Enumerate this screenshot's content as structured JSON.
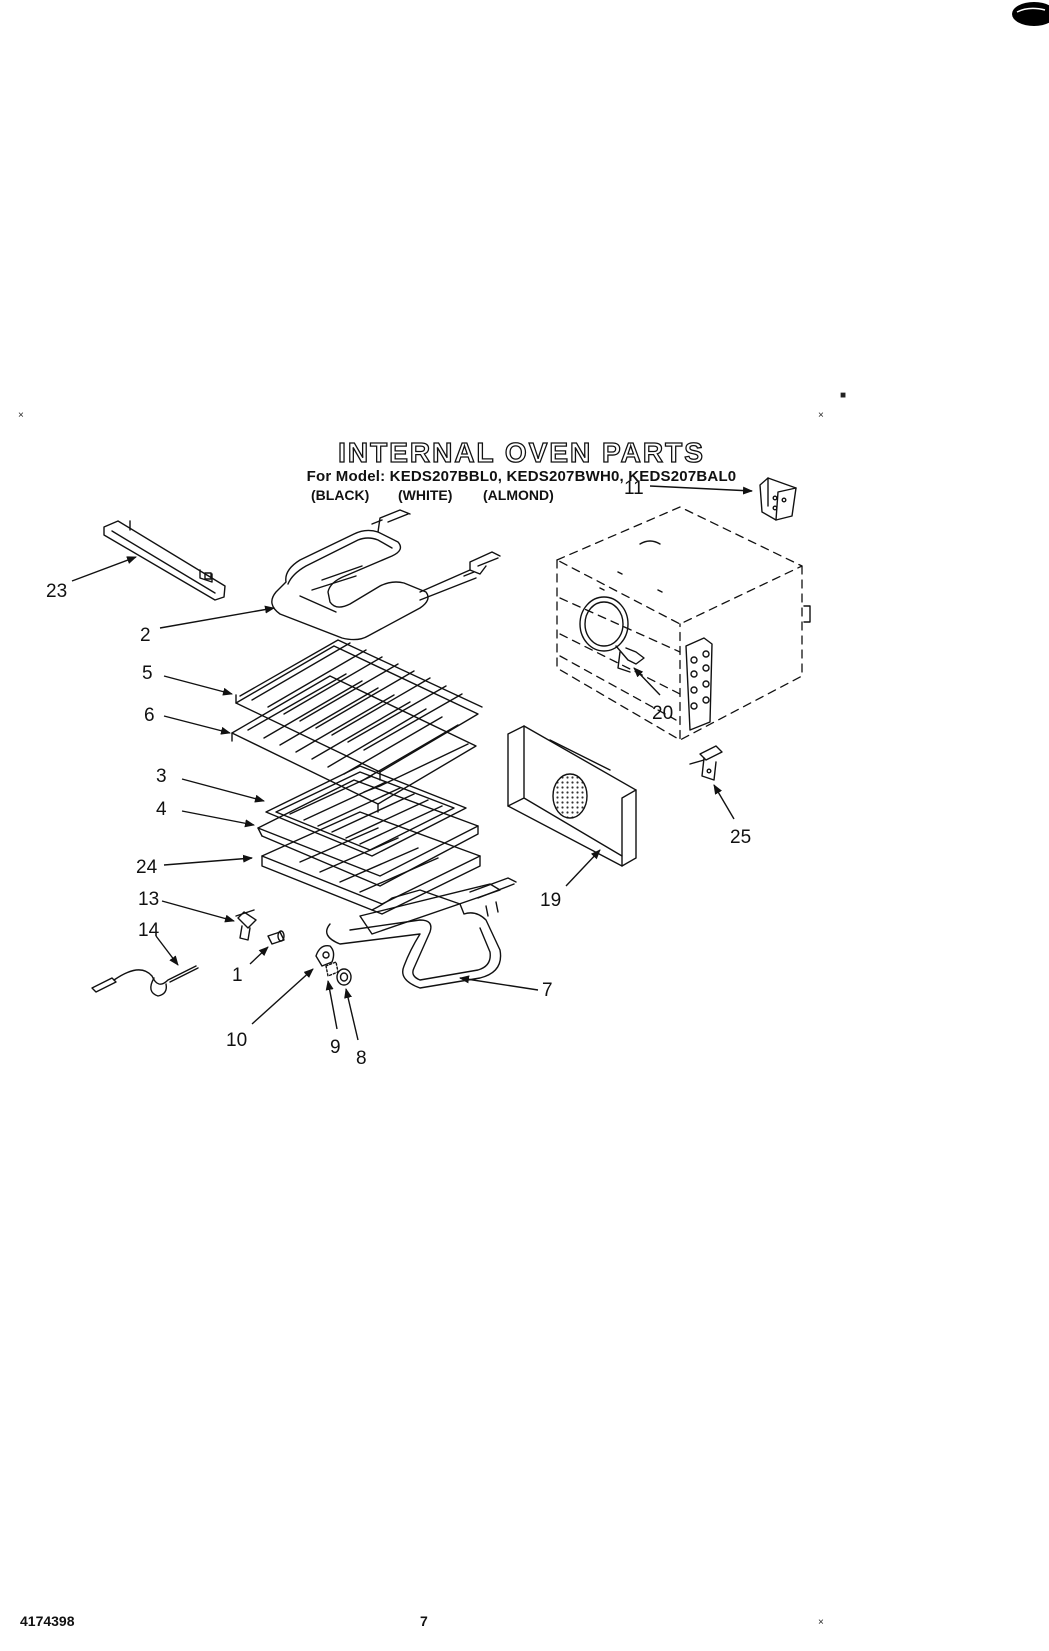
{
  "header": {
    "title": "INTERNAL OVEN PARTS",
    "subtitle": "For Model: KEDS207BBL0, KEDS207BWH0, KEDS207BAL0",
    "colors": [
      "(BLACK)",
      "(WHITE)",
      "(ALMOND)"
    ]
  },
  "callouts": [
    "23",
    "2",
    "5",
    "6",
    "3",
    "4",
    "24",
    "13",
    "14",
    "1",
    "10",
    "9",
    "8",
    "7",
    "19",
    "25",
    "20",
    "11"
  ],
  "footer": {
    "doc_number": "4174398",
    "page_number": "7"
  }
}
